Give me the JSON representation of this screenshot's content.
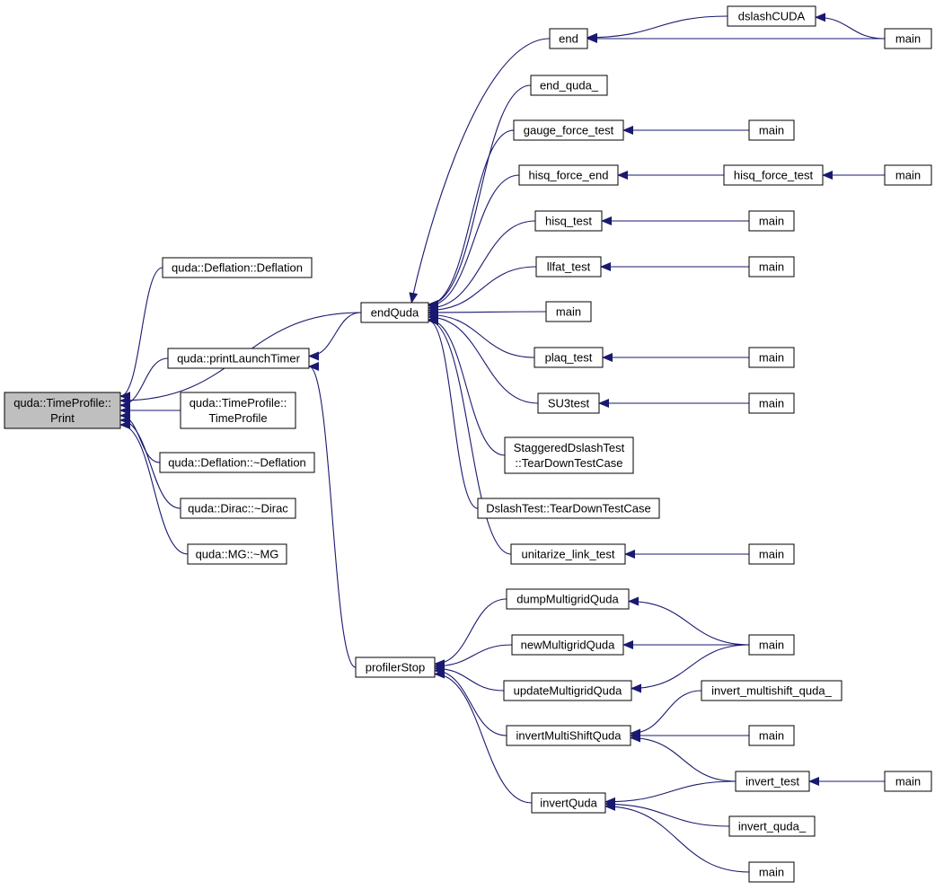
{
  "colors": {
    "edge": "#191970",
    "node_fill": "#ffffff",
    "root_fill": "#bfbfbf",
    "node_border": "#000000"
  },
  "nodes": [
    {
      "id": "print",
      "lines": [
        "quda::TimeProfile::",
        "Print"
      ],
      "root": true
    },
    {
      "id": "deflation_ctor",
      "lines": [
        "quda::Deflation::Deflation"
      ]
    },
    {
      "id": "printLaunchTimer",
      "lines": [
        "quda::printLaunchTimer"
      ]
    },
    {
      "id": "timeprofile_ctor",
      "lines": [
        "quda::TimeProfile::",
        "TimeProfile"
      ]
    },
    {
      "id": "deflation_dtor",
      "lines": [
        "quda::Deflation::~Deflation"
      ]
    },
    {
      "id": "dirac_dtor",
      "lines": [
        "quda::Dirac::~Dirac"
      ]
    },
    {
      "id": "mg_dtor",
      "lines": [
        "quda::MG::~MG"
      ]
    },
    {
      "id": "endQuda",
      "lines": [
        "endQuda"
      ]
    },
    {
      "id": "profilerStop",
      "lines": [
        "profilerStop"
      ]
    },
    {
      "id": "end",
      "lines": [
        "end"
      ]
    },
    {
      "id": "end_quda_",
      "lines": [
        "end_quda_"
      ]
    },
    {
      "id": "gauge_force_test",
      "lines": [
        "gauge_force_test"
      ]
    },
    {
      "id": "hisq_force_end",
      "lines": [
        "hisq_force_end"
      ]
    },
    {
      "id": "hisq_test",
      "lines": [
        "hisq_test"
      ]
    },
    {
      "id": "llfat_test",
      "lines": [
        "llfat_test"
      ]
    },
    {
      "id": "main_endquda",
      "lines": [
        "main"
      ]
    },
    {
      "id": "plaq_test",
      "lines": [
        "plaq_test"
      ]
    },
    {
      "id": "su3test",
      "lines": [
        "SU3test"
      ]
    },
    {
      "id": "staggered_teardown",
      "lines": [
        "StaggeredDslashTest",
        "::TearDownTestCase"
      ]
    },
    {
      "id": "dslash_teardown",
      "lines": [
        "DslashTest::TearDownTestCase"
      ]
    },
    {
      "id": "unitarize_link_test",
      "lines": [
        "unitarize_link_test"
      ]
    },
    {
      "id": "dslashCUDA",
      "lines": [
        "dslashCUDA"
      ]
    },
    {
      "id": "main_dslash",
      "lines": [
        "main"
      ]
    },
    {
      "id": "main_gauge",
      "lines": [
        "main"
      ]
    },
    {
      "id": "hisq_force_test",
      "lines": [
        "hisq_force_test"
      ]
    },
    {
      "id": "main_hisqforce",
      "lines": [
        "main"
      ]
    },
    {
      "id": "main_hisq",
      "lines": [
        "main"
      ]
    },
    {
      "id": "main_llfat",
      "lines": [
        "main"
      ]
    },
    {
      "id": "main_plaq",
      "lines": [
        "main"
      ]
    },
    {
      "id": "main_su3",
      "lines": [
        "main"
      ]
    },
    {
      "id": "main_unitarize",
      "lines": [
        "main"
      ]
    },
    {
      "id": "dumpMultigridQuda",
      "lines": [
        "dumpMultigridQuda"
      ]
    },
    {
      "id": "newMultigridQuda",
      "lines": [
        "newMultigridQuda"
      ]
    },
    {
      "id": "updateMultigridQuda",
      "lines": [
        "updateMultigridQuda"
      ]
    },
    {
      "id": "invertMultiShiftQuda",
      "lines": [
        "invertMultiShiftQuda"
      ]
    },
    {
      "id": "invertQuda",
      "lines": [
        "invertQuda"
      ]
    },
    {
      "id": "main_mg",
      "lines": [
        "main"
      ]
    },
    {
      "id": "invert_multishift_quda_",
      "lines": [
        "invert_multishift_quda_"
      ]
    },
    {
      "id": "main_ms",
      "lines": [
        "main"
      ]
    },
    {
      "id": "invert_test",
      "lines": [
        "invert_test"
      ]
    },
    {
      "id": "main_invtest",
      "lines": [
        "main"
      ]
    },
    {
      "id": "invert_quda_",
      "lines": [
        "invert_quda_"
      ]
    },
    {
      "id": "main_inv",
      "lines": [
        "main"
      ]
    }
  ],
  "edges": [
    [
      "deflation_ctor",
      "print"
    ],
    [
      "printLaunchTimer",
      "print"
    ],
    [
      "timeprofile_ctor",
      "print"
    ],
    [
      "deflation_dtor",
      "print"
    ],
    [
      "dirac_dtor",
      "print"
    ],
    [
      "mg_dtor",
      "print"
    ],
    [
      "endQuda",
      "print"
    ],
    [
      "endQuda",
      "printLaunchTimer"
    ],
    [
      "profilerStop",
      "printLaunchTimer"
    ],
    [
      "end",
      "endQuda"
    ],
    [
      "end_quda_",
      "endQuda"
    ],
    [
      "gauge_force_test",
      "endQuda"
    ],
    [
      "hisq_force_end",
      "endQuda"
    ],
    [
      "hisq_test",
      "endQuda"
    ],
    [
      "llfat_test",
      "endQuda"
    ],
    [
      "main_endquda",
      "endQuda"
    ],
    [
      "plaq_test",
      "endQuda"
    ],
    [
      "su3test",
      "endQuda"
    ],
    [
      "staggered_teardown",
      "endQuda"
    ],
    [
      "dslash_teardown",
      "endQuda"
    ],
    [
      "unitarize_link_test",
      "endQuda"
    ],
    [
      "dslashCUDA",
      "end"
    ],
    [
      "main_dslash",
      "end"
    ],
    [
      "main_dslash",
      "dslashCUDA"
    ],
    [
      "main_gauge",
      "gauge_force_test"
    ],
    [
      "hisq_force_test",
      "hisq_force_end"
    ],
    [
      "main_hisqforce",
      "hisq_force_test"
    ],
    [
      "main_hisq",
      "hisq_test"
    ],
    [
      "main_llfat",
      "llfat_test"
    ],
    [
      "main_plaq",
      "plaq_test"
    ],
    [
      "main_su3",
      "su3test"
    ],
    [
      "main_unitarize",
      "unitarize_link_test"
    ],
    [
      "dumpMultigridQuda",
      "profilerStop"
    ],
    [
      "newMultigridQuda",
      "profilerStop"
    ],
    [
      "updateMultigridQuda",
      "profilerStop"
    ],
    [
      "invertMultiShiftQuda",
      "profilerStop"
    ],
    [
      "invertQuda",
      "profilerStop"
    ],
    [
      "main_mg",
      "dumpMultigridQuda"
    ],
    [
      "main_mg",
      "newMultigridQuda"
    ],
    [
      "main_mg",
      "updateMultigridQuda"
    ],
    [
      "invert_multishift_quda_",
      "invertMultiShiftQuda"
    ],
    [
      "main_ms",
      "invertMultiShiftQuda"
    ],
    [
      "invert_test",
      "invertMultiShiftQuda"
    ],
    [
      "invert_test",
      "invertQuda"
    ],
    [
      "main_invtest",
      "invert_test"
    ],
    [
      "invert_quda_",
      "invertQuda"
    ],
    [
      "main_inv",
      "invertQuda"
    ]
  ]
}
